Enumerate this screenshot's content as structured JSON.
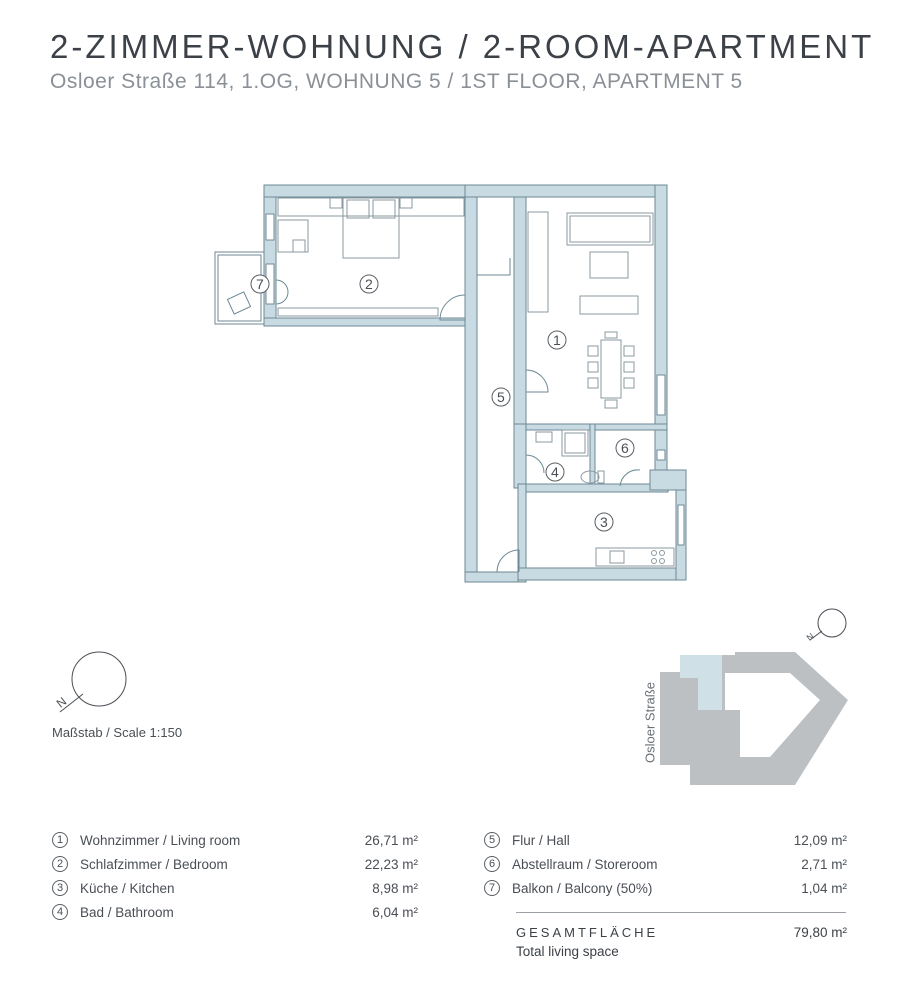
{
  "header": {
    "title": "2-ZIMMER-WOHNUNG / 2-ROOM-APARTMENT",
    "subtitle": "Osloer Straße 114, 1.OG, WOHNUNG 5 / 1ST FLOOR, APARTMENT 5"
  },
  "scale_label": "Maßstab / Scale 1:150",
  "site_plan": {
    "street_label": "Osloer Straße"
  },
  "plan_labels": [
    "1",
    "2",
    "3",
    "4",
    "5",
    "6",
    "7"
  ],
  "rooms_left": [
    {
      "num": "1",
      "name": "Wohnzimmer / Living room",
      "area": "26,71 m²"
    },
    {
      "num": "2",
      "name": "Schlafzimmer / Bedroom",
      "area": "22,23 m²"
    },
    {
      "num": "3",
      "name": "Küche / Kitchen",
      "area": "8,98 m²"
    },
    {
      "num": "4",
      "name": "Bad / Bathroom",
      "area": "6,04 m²"
    }
  ],
  "rooms_right": [
    {
      "num": "5",
      "name": "Flur / Hall",
      "area": "12,09 m²"
    },
    {
      "num": "6",
      "name": "Abstellraum / Storeroom",
      "area": "2,71 m²"
    },
    {
      "num": "7",
      "name": "Balkon / Balcony (50%)",
      "area": "1,04 m²"
    }
  ],
  "total": {
    "label": "GESAMTFLÄCHE",
    "sublabel": "Total living space",
    "value": "79,80 m²"
  },
  "colors": {
    "wall": "#c9dbe2",
    "wall_stroke": "#6d8a96",
    "building": "#b9bdc0",
    "highlight": "#cfe0e6"
  }
}
